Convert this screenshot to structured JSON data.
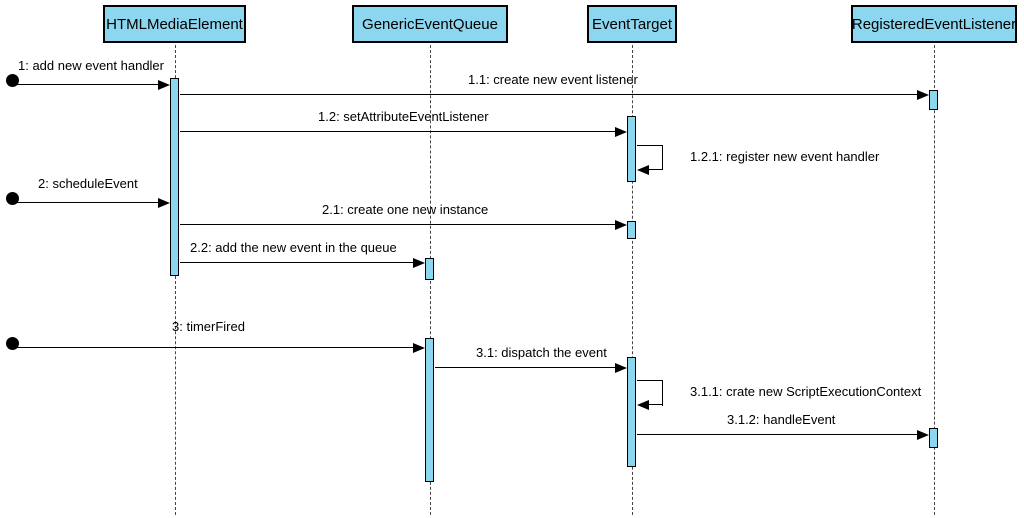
{
  "diagram": {
    "type": "uml-sequence-diagram",
    "lifelines": [
      {
        "name": "HTMLMediaElement"
      },
      {
        "name": "GenericEventQueue"
      },
      {
        "name": "EventTarget"
      },
      {
        "name": "RegisteredEventListener"
      }
    ],
    "messages": [
      {
        "label": "1: add new event handler",
        "from": "external-actor",
        "to": "HTMLMediaElement"
      },
      {
        "label": "1.1: create new event listener",
        "from": "HTMLMediaElement",
        "to": "RegisteredEventListener"
      },
      {
        "label": "1.2: setAttributeEventListener",
        "from": "HTMLMediaElement",
        "to": "EventTarget"
      },
      {
        "label": "1.2.1: register new event handler",
        "from": "EventTarget",
        "to": "EventTarget"
      },
      {
        "label": "2: scheduleEvent",
        "from": "external-actor",
        "to": "HTMLMediaElement"
      },
      {
        "label": "2.1: create one new instance",
        "from": "HTMLMediaElement",
        "to": "EventTarget"
      },
      {
        "label": "2.2: add the new event in the queue",
        "from": "HTMLMediaElement",
        "to": "GenericEventQueue"
      },
      {
        "label": "3: timerFired",
        "from": "external-actor",
        "to": "GenericEventQueue"
      },
      {
        "label": "3.1: dispatch the event",
        "from": "GenericEventQueue",
        "to": "EventTarget"
      },
      {
        "label": "3.1.1: crate new ScriptExecutionContext",
        "from": "EventTarget",
        "to": "EventTarget"
      },
      {
        "label": "3.1.2: handleEvent",
        "from": "EventTarget",
        "to": "RegisteredEventListener"
      }
    ],
    "colors": {
      "box_fill": "#8CD6F0",
      "box_border": "#000000",
      "background": "#FFFFFF"
    }
  }
}
